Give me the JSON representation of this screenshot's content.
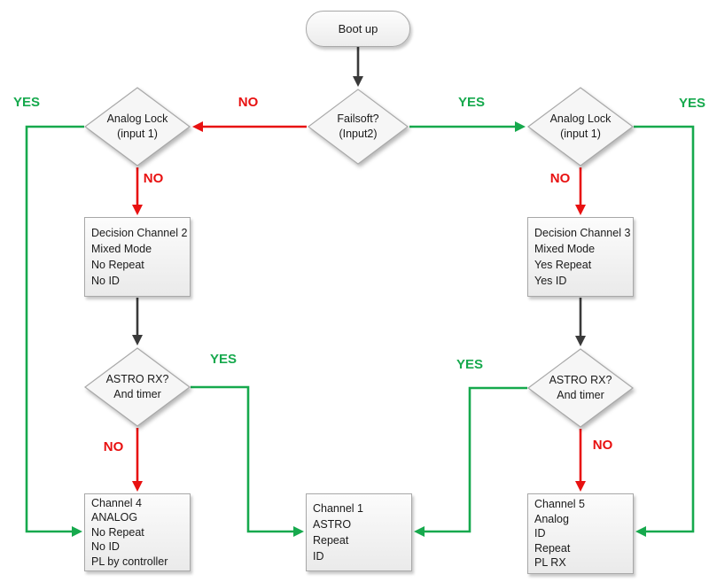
{
  "colors": {
    "yes": "#16a94d",
    "no": "#e81111",
    "flow": "#3a3a3a"
  },
  "nodes": {
    "boot": {
      "label": "Boot up"
    },
    "failsoft": {
      "lines": [
        "Failsoft?",
        "(Input2)"
      ]
    },
    "analog_lock_left": {
      "lines": [
        "Analog Lock",
        "(input 1)"
      ]
    },
    "analog_lock_right": {
      "lines": [
        "Analog Lock",
        "(input 1)"
      ]
    },
    "decision_channel_2": {
      "lines": [
        "Decision Channel 2",
        "Mixed Mode",
        "No Repeat",
        "No ID"
      ]
    },
    "decision_channel_3": {
      "lines": [
        "Decision Channel 3",
        "Mixed Mode",
        "Yes Repeat",
        "Yes ID"
      ]
    },
    "astro_rx_left": {
      "lines": [
        "ASTRO RX?",
        "And timer"
      ]
    },
    "astro_rx_right": {
      "lines": [
        "ASTRO RX?",
        "And timer"
      ]
    },
    "channel_4": {
      "lines": [
        "Channel 4",
        "ANALOG",
        "No Repeat",
        "No ID",
        "PL by controller"
      ]
    },
    "channel_1": {
      "lines": [
        "Channel 1",
        "ASTRO",
        "Repeat",
        "ID"
      ]
    },
    "channel_5": {
      "lines": [
        "Channel 5",
        "Analog",
        "ID",
        "Repeat",
        "PL RX"
      ]
    }
  },
  "edge_labels": {
    "failsoft_no": "NO",
    "failsoft_yes": "YES",
    "lock_left_yes": "YES",
    "lock_left_no": "NO",
    "lock_right_yes": "YES",
    "lock_right_no": "NO",
    "astro_left_yes": "YES",
    "astro_left_no": "NO",
    "astro_right_yes": "YES",
    "astro_right_no": "NO"
  },
  "connections": [
    {
      "from": "boot",
      "to": "failsoft",
      "label": ""
    },
    {
      "from": "failsoft",
      "to": "analog_lock_left",
      "label": "NO"
    },
    {
      "from": "failsoft",
      "to": "analog_lock_right",
      "label": "YES"
    },
    {
      "from": "analog_lock_left",
      "to": "decision_channel_2",
      "label": "NO"
    },
    {
      "from": "analog_lock_left",
      "to": "channel_4",
      "label": "YES"
    },
    {
      "from": "analog_lock_right",
      "to": "decision_channel_3",
      "label": "NO"
    },
    {
      "from": "analog_lock_right",
      "to": "channel_5",
      "label": "YES"
    },
    {
      "from": "decision_channel_2",
      "to": "astro_rx_left",
      "label": ""
    },
    {
      "from": "decision_channel_3",
      "to": "astro_rx_right",
      "label": ""
    },
    {
      "from": "astro_rx_left",
      "to": "channel_4",
      "label": "NO"
    },
    {
      "from": "astro_rx_left",
      "to": "channel_1",
      "label": "YES"
    },
    {
      "from": "astro_rx_right",
      "to": "channel_5",
      "label": "NO"
    },
    {
      "from": "astro_rx_right",
      "to": "channel_1",
      "label": "YES"
    }
  ]
}
